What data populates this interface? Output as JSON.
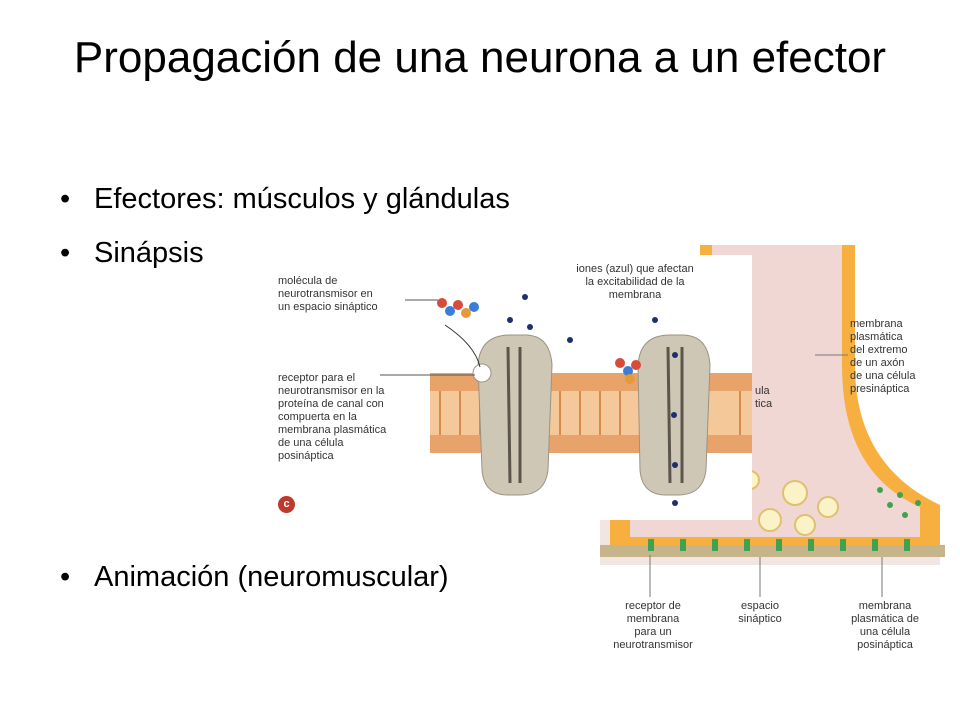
{
  "slide": {
    "title": "Propagación de una neurona a un efector",
    "bullets": [
      "Efectores: músculos y glándulas",
      "Sinápsis",
      "Animación (neuromuscular)"
    ]
  },
  "figure_left": {
    "labels": {
      "neurotransmitter": [
        "molécula de",
        "neurotransmisor en",
        "un espacio sináptico"
      ],
      "ions": [
        "iones (azul) que afectan",
        "la excitabilidad de la",
        "membrana"
      ],
      "receptor": [
        "receptor para el",
        "neurotransmisor en la",
        "proteína de canal con",
        "compuerta en la",
        "membrana plasmática",
        "de una célula",
        "posináptica"
      ],
      "panel_letter": "c"
    },
    "colors": {
      "membrane_orange": "#e8a36a",
      "channel_gray": "#c9c2b3",
      "ion_blue": "#1f2f6e"
    }
  },
  "figure_right": {
    "labels": {
      "axon_membrane": [
        "membrana",
        "plasmática",
        "del extremo",
        "de un axón",
        "de una célula",
        "presináptica"
      ],
      "partial_behind": [
        "ula",
        "tica"
      ],
      "receptor_membrane": [
        "receptor de",
        "membrana",
        "para un",
        "neurotransmisor"
      ],
      "synaptic_space": [
        "espacio",
        "sináptico"
      ],
      "postsynaptic_membrane": [
        "membrana",
        "plasmática de",
        "una célula",
        "posináptica"
      ]
    },
    "colors": {
      "axon_orange": "#f5a623",
      "axon_fill": "#efdcd6",
      "receptor_green": "#3fa34d"
    }
  }
}
